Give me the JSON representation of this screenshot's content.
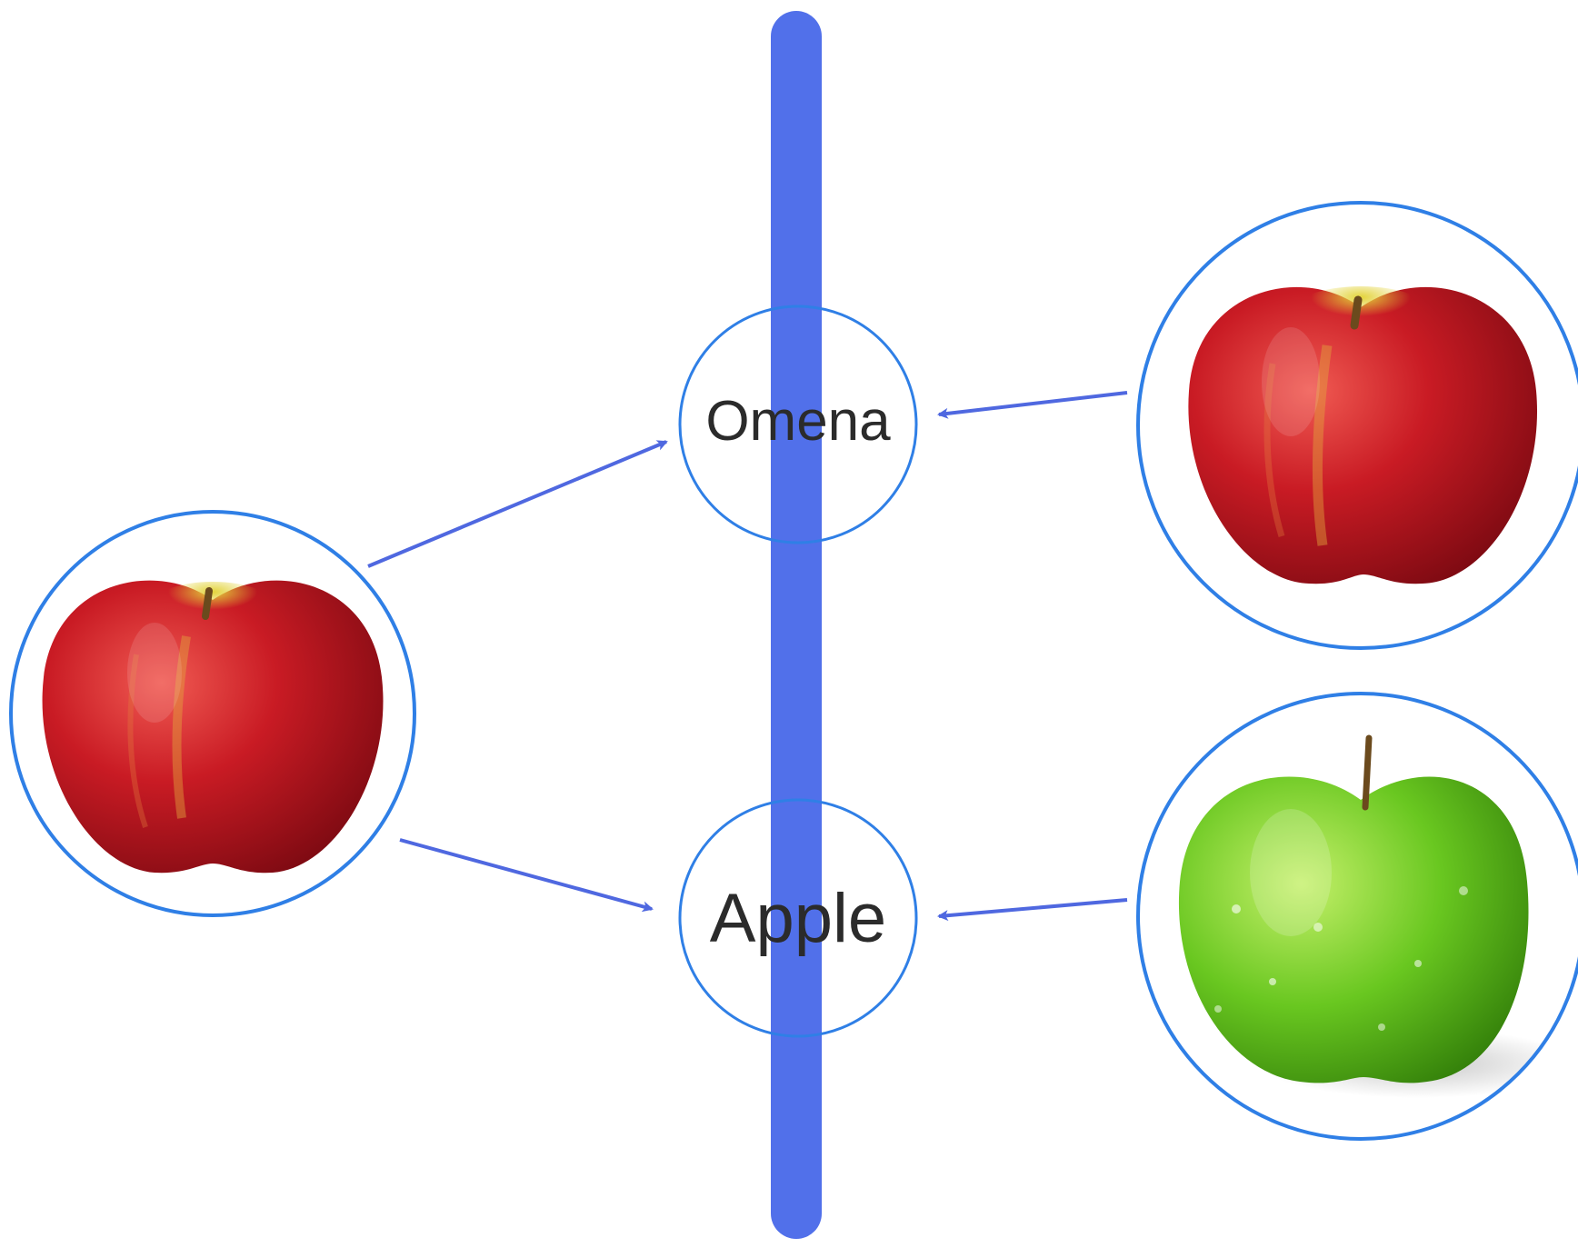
{
  "labels": {
    "top": "Omena",
    "bottom": "Apple"
  },
  "colors": {
    "divider": "#5170ea",
    "arrow": "#4f68e0",
    "circle_border": "#2f7fe6",
    "text": "#2b2b2b",
    "red_apple": "#c41a22",
    "red_apple_dark": "#8e0f16",
    "red_apple_light": "#e84a45",
    "apple_yellow": "#d9c62a",
    "green_apple": "#64c41e",
    "green_apple_dark": "#3e8f0d",
    "green_apple_light": "#b7ea53",
    "stem": "#6b4a1d"
  },
  "images": {
    "left": "red-apple",
    "right_top": "red-apple",
    "right_bottom": "green-apple"
  }
}
